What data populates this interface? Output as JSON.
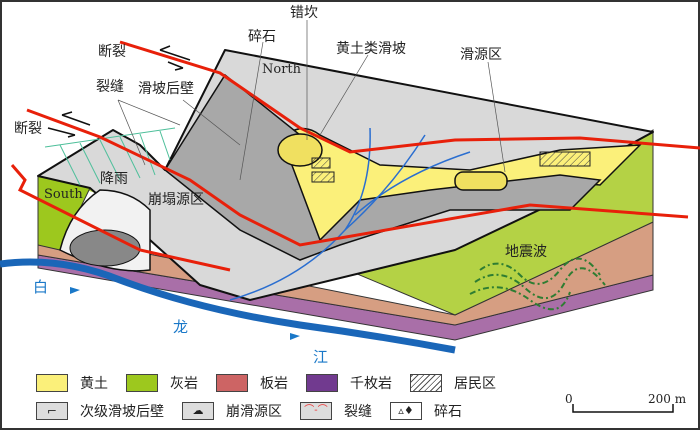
{
  "labels": {
    "fault_1": "断裂",
    "fault_2": "断裂",
    "offset_scarp": "错坎",
    "debris": "碎石",
    "north": "North",
    "loess_landslide": "黄土类滑坡",
    "slide_source": "滑源区",
    "cracks": "裂缝",
    "landslide_back_wall": "滑坡后壁",
    "rainfall": "降雨",
    "south": "South",
    "collapse_source": "崩塌源区",
    "seismic_wave": "地震波",
    "river_1": "白",
    "river_2": "龙",
    "river_3": "江"
  },
  "legend": [
    {
      "label": "黄土",
      "color": "#fbf07a"
    },
    {
      "label": "灰岩",
      "color": "#9dc81e"
    },
    {
      "label": "板岩",
      "color": "#cd6464"
    },
    {
      "label": "千枚岩",
      "color": "#713a8f"
    },
    {
      "label": "居民区",
      "pattern": "hatch"
    },
    {
      "label": "次级滑坡后壁",
      "icon": "scarp-icon"
    },
    {
      "label": "崩滑源区",
      "icon": "collapse-icon"
    },
    {
      "label": "裂缝",
      "icon": "crack-icon"
    },
    {
      "label": "碎石",
      "icon": "debris-icon"
    }
  ],
  "scale": {
    "start": "0",
    "end": "200 m"
  },
  "colors": {
    "fault": "#e8200a",
    "river": "#1a66b8",
    "surface": "#d9d9d9",
    "slide": "#a8a8a8"
  }
}
